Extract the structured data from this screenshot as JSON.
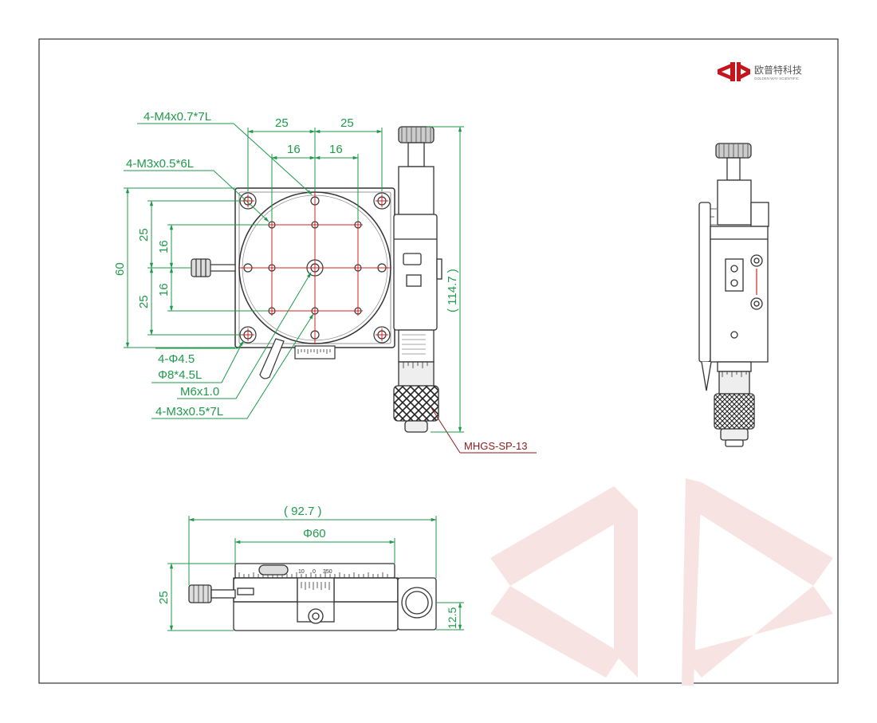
{
  "logo": {
    "name_cn": "欧普特科技",
    "name_en": "GOLDEN WAY SCIENTIFIC",
    "brand_color": "#c4141c",
    "watermark_color": "#f7e4e2"
  },
  "colors": {
    "dimension": "#1f9a4b",
    "centerline": "#d42020",
    "outline": "#333333",
    "callout": "#8b1a1a"
  },
  "top_view": {
    "callouts": {
      "m4": "4-M4x0.7*7L",
      "m3_top": "4-M3x0.5*6L",
      "hole_a": "4-Φ4.5",
      "hole_b": "Φ8*4.5L",
      "m6": "M6x1.0",
      "m3_bottom": "4-M3x0.5*7L"
    },
    "dims": {
      "h_25_left": "25",
      "h_25_right": "25",
      "h_16_left": "16",
      "h_16_right": "16",
      "v_60": "60",
      "v_25_top": "25",
      "v_16_top": "16",
      "v_16_bottom": "16",
      "v_25_bottom": "25",
      "v_114_7": "( 114.7 )"
    },
    "model": "MHGS-SP-13"
  },
  "front_view": {
    "dims": {
      "w_92_7": "( 92.7 )",
      "d_60": "Φ60",
      "h_25": "25",
      "h_12_5": "12.5"
    },
    "scale_labels": [
      "10",
      "0",
      "350"
    ]
  }
}
